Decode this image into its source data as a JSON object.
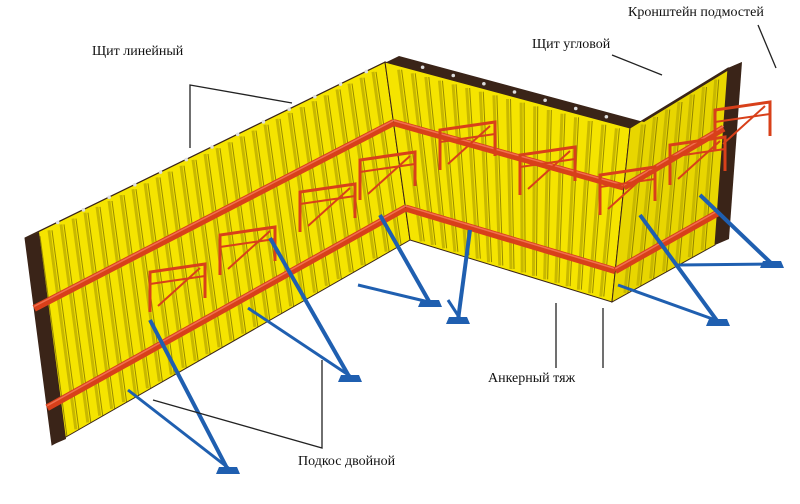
{
  "labels": {
    "linear_panel": "Щит линейный",
    "corner_panel": "Щит угловой",
    "scaffold_bracket": "Кронштейн подмостей",
    "anchor_tie": "Анкерный тяж",
    "double_brace": "Подкос двойной"
  },
  "colors": {
    "panel_face": "#f5e400",
    "panel_rib": "#c8b800",
    "panel_edge": "#3a2418",
    "waler": "#d8401a",
    "brace": "#1f5fb0",
    "callout_line": "#222222"
  }
}
